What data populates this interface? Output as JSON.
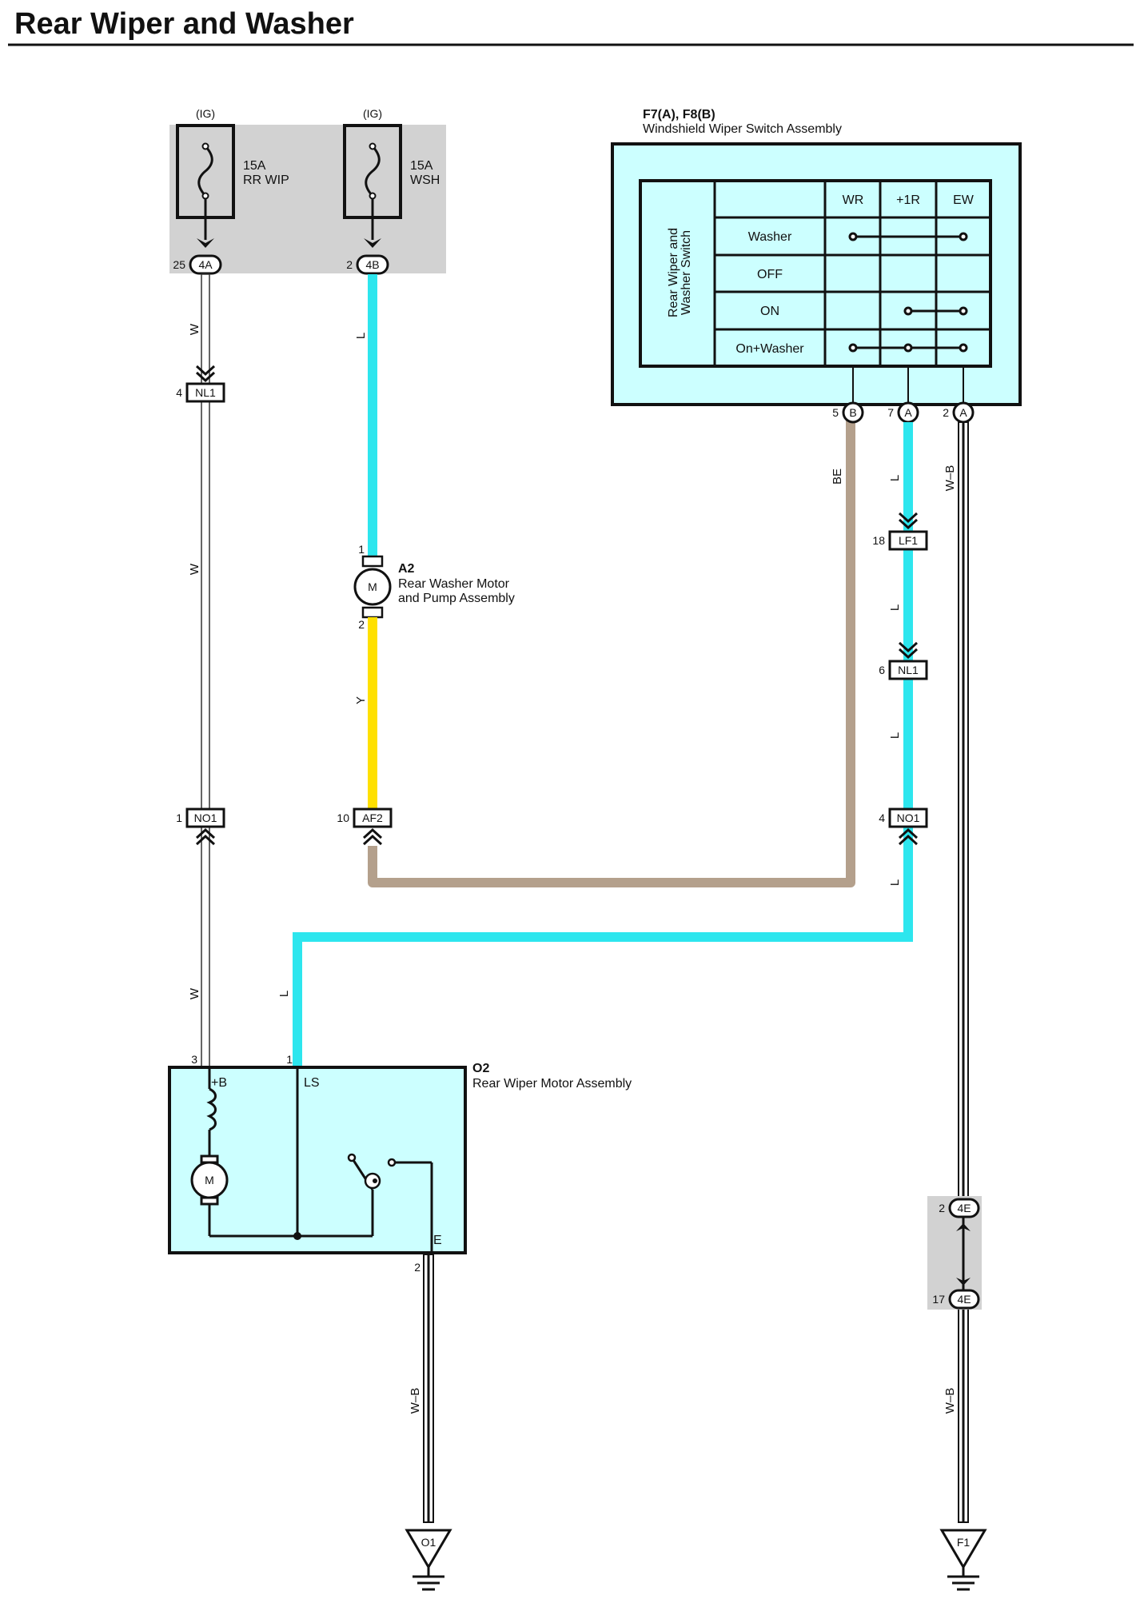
{
  "title": "Rear Wiper and Washer",
  "fuses": [
    {
      "supply": "(IG)",
      "rating": "15A",
      "name": "RR WIP",
      "pin": "25",
      "connector": "4A"
    },
    {
      "supply": "(IG)",
      "rating": "15A",
      "name": "WSH",
      "pin": "2",
      "connector": "4B"
    }
  ],
  "switch": {
    "ref": "F7(A), F8(B)",
    "name": "Windshield Wiper Switch Assembly",
    "group_label_line1": "Rear Wiper and",
    "group_label_line2": "Washer Switch",
    "columns": [
      "WR",
      "+1R",
      "EW"
    ],
    "rows": [
      "Washer",
      "OFF",
      "ON",
      "On+Washer"
    ],
    "pins": [
      {
        "pin": "5",
        "connector": "B"
      },
      {
        "pin": "7",
        "connector": "A"
      },
      {
        "pin": "2",
        "connector": "A"
      }
    ]
  },
  "washer_motor": {
    "ref": "A2",
    "line1": "Rear Washer Motor",
    "line2": "and Pump Assembly",
    "symbol": "M",
    "pin_top": "1",
    "pin_bottom": "2"
  },
  "wiper_motor": {
    "ref": "O2",
    "name": "Rear Wiper Motor Assembly",
    "symbol": "M",
    "terminal_b": "+B",
    "terminal_ls": "LS",
    "terminal_e": "E",
    "pin_b": "3",
    "pin_ls": "1",
    "pin_e": "2"
  },
  "connectors": {
    "nl1_left": {
      "pin": "4",
      "name": "NL1"
    },
    "no1_left": {
      "pin": "1",
      "name": "NO1"
    },
    "af2": {
      "pin": "10",
      "name": "AF2"
    },
    "lf1": {
      "pin": "18",
      "name": "LF1"
    },
    "nl1_right": {
      "pin": "6",
      "name": "NL1"
    },
    "no1_right": {
      "pin": "4",
      "name": "NO1"
    },
    "j4e_top": {
      "pin": "2",
      "name": "4E"
    },
    "j4e_bottom": {
      "pin": "17",
      "name": "4E"
    }
  },
  "wire_colors": {
    "W": "W",
    "L": "L",
    "Y": "Y",
    "BE": "BE",
    "WB": "W–B"
  },
  "grounds": [
    {
      "name": "O1"
    },
    {
      "name": "F1"
    }
  ],
  "colors": {
    "L": "#2de6ee",
    "Y": "#ffe000",
    "BE": "#b4a08c",
    "W": "#ffffff",
    "component_fill": "#ccffff",
    "fuse_box": "#d2d2d2"
  }
}
